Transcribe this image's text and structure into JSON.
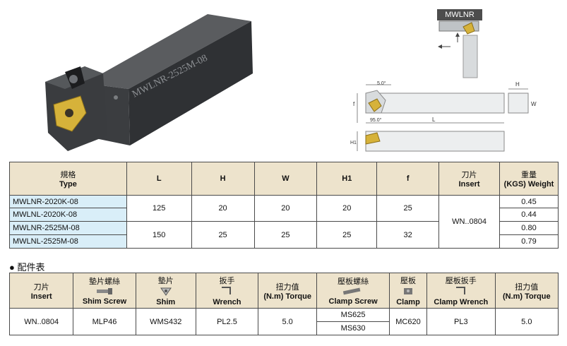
{
  "product_image": {
    "engraving": "MWLNR-2525M-08"
  },
  "diagram": {
    "tag": "MWLNR",
    "labels": {
      "H": "H",
      "W": "W",
      "L": "L",
      "H1": "H1",
      "f": "f",
      "angle_top": "5.0°",
      "angle_side": "95.0°"
    }
  },
  "table1": {
    "headers": [
      {
        "cn": "規格",
        "en": "Type"
      },
      {
        "cn": "",
        "en": "L"
      },
      {
        "cn": "",
        "en": "H"
      },
      {
        "cn": "",
        "en": "W"
      },
      {
        "cn": "",
        "en": "H1"
      },
      {
        "cn": "",
        "en": "f"
      },
      {
        "cn": "刀片",
        "en": "Insert"
      },
      {
        "cn": "重量",
        "en": "(KGS) Weight"
      }
    ],
    "types": [
      "MWLNR-2020K-08",
      "MWLNL-2020K-08",
      "MWLNR-2525M-08",
      "MWLNL-2525M-08"
    ],
    "groups": [
      {
        "L": "125",
        "H": "20",
        "W": "20",
        "H1": "20",
        "f": "25"
      },
      {
        "L": "150",
        "H": "25",
        "W": "25",
        "H1": "25",
        "f": "32"
      }
    ],
    "insert": "WN..0804",
    "weights": [
      "0.45",
      "0.44",
      "0.80",
      "0.79"
    ]
  },
  "section_title": "● 配件表",
  "table2": {
    "headers": [
      {
        "cn": "刀片",
        "en": "Insert"
      },
      {
        "cn": "墊片螺絲",
        "en": "Shim Screw"
      },
      {
        "cn": "墊片",
        "en": "Shim"
      },
      {
        "cn": "扳手",
        "en": "Wrench"
      },
      {
        "cn": "扭力值",
        "en": "(N.m) Torque"
      },
      {
        "cn": "壓板螺絲",
        "en": "Clamp Screw"
      },
      {
        "cn": "壓板",
        "en": "Clamp"
      },
      {
        "cn": "壓板扳手",
        "en": "Clamp Wrench"
      },
      {
        "cn": "扭力值",
        "en": "(N.m) Torque"
      }
    ],
    "row": {
      "insert": "WN..0804",
      "shim_screw": "MLP46",
      "shim": "WMS432",
      "wrench": "PL2.5",
      "torque": "5.0",
      "clamp_screw_1": "MS625",
      "clamp_screw_2": "MS630",
      "clamp": "MC620",
      "clamp_wrench": "PL3",
      "torque2": "5.0"
    }
  }
}
